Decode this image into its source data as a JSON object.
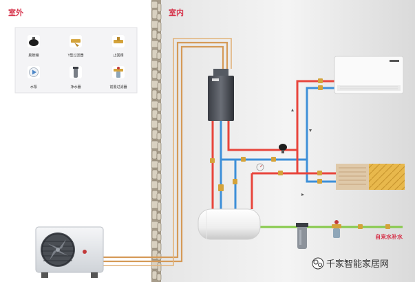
{
  "zones": {
    "outdoor": "室外",
    "indoor": "室内"
  },
  "legend": [
    {
      "label": "膨胀罐",
      "icon": "expansion-tank-icon"
    },
    {
      "label": "Y型过滤器",
      "icon": "y-filter-icon"
    },
    {
      "label": "止回阀",
      "icon": "check-valve-icon"
    },
    {
      "label": "水泵",
      "icon": "water-pump-icon"
    },
    {
      "label": "净水器",
      "icon": "water-purifier-icon"
    },
    {
      "label": "前置过滤器",
      "icon": "pre-filter-icon"
    }
  ],
  "annotations": {
    "water_supply": "自来水补水"
  },
  "watermark": {
    "text": "千家智能家居网"
  },
  "colors": {
    "hot_pipe": "#e8453c",
    "cold_pipe": "#3d8fd8",
    "supply_pipe": "#86c94a",
    "refrigerant_pipe": "#d59a57",
    "label_red": "#d6334b",
    "wall_bg": "#ececec"
  }
}
